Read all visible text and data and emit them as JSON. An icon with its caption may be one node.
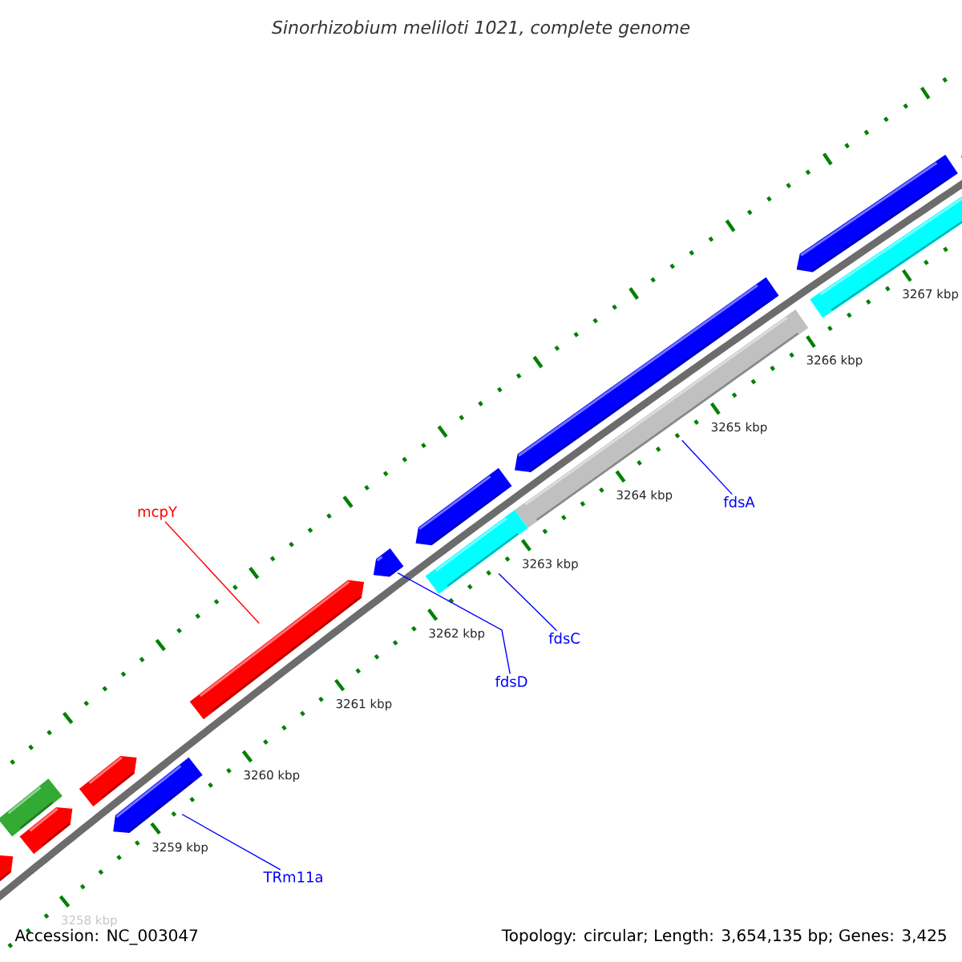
{
  "diagram": {
    "title": "Sinorhizobium meliloti 1021, complete genome",
    "nodes": [
      {
        "text": [
          "mcpY"
        ]
      },
      {
        "text": [
          "fdsA"
        ]
      },
      {
        "text": [
          "fdsC"
        ]
      },
      {
        "text": [
          "fdsD"
        ]
      },
      {
        "text": [
          "TRm11a"
        ]
      },
      {
        "text": [],
        "shape": "bar"
      },
      {
        "text": [],
        "shape": "bar"
      },
      {
        "text": [],
        "shape": "bar"
      },
      {
        "text": [],
        "shape": "bar"
      },
      {
        "text": [],
        "shape": "bar"
      },
      {
        "text": [],
        "shape": "bar"
      },
      {
        "text": [],
        "shape": "bar"
      },
      {
        "text": [],
        "shape": "bar"
      },
      {
        "text": [],
        "shape": "bar"
      },
      {
        "text": [],
        "shape": "bar"
      },
      {
        "text": [],
        "shape": "bar"
      },
      {
        "text": [],
        "shape": "bar"
      },
      {
        "text": [],
        "shape": "bar"
      },
      {
        "text": [],
        "shape": "bar"
      }
    ],
    "edges": [
      {
        "from": 0,
        "to": 10,
        "arrow": "none",
        "color": "#ff0000"
      },
      {
        "from": 1,
        "to": 15,
        "arrow": "none"
      },
      {
        "from": 2,
        "to": 13,
        "arrow": "none"
      },
      {
        "from": 3,
        "to": 11,
        "arrow": "none"
      },
      {
        "from": 4,
        "to": 9,
        "arrow": "none"
      }
    ],
    "labels": [
      "3267 kbp",
      "3266 kbp",
      "3265 kbp",
      "3264 kbp",
      "3263 kbp",
      "3262 kbp",
      "3261 kbp",
      "3260 kbp",
      "3259 kbp",
      "3258 kbp",
      "Accession: NC_003047",
      "Topology: circular; Length: 3,654,135 bp; Genes: 3,425"
    ]
  }
}
